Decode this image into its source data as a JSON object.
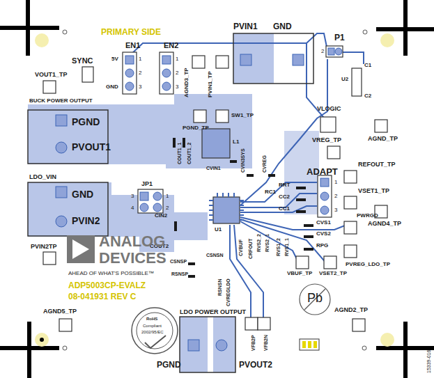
{
  "diagram": {
    "labels": [
      "PRIMARY SIDE",
      "PVIN1",
      "GND",
      "P1",
      "2",
      "EN1",
      "EN2",
      "SYNC",
      "5V",
      "1",
      "2",
      "GND",
      "3",
      "1",
      "2",
      "3",
      "VOUT1_TP",
      "BUCK POWER OUTPUT",
      "AGND3_TP",
      "PVIN1_TP",
      "C1",
      "U2",
      "C2",
      "VLOGIC",
      "AGND_TP",
      "PGND",
      "PVOUT1",
      "PGND_TP",
      "SW1_TP",
      "L1",
      "COUT1_1",
      "COUT1_2",
      "VREG_TP",
      "REFOUT_TP",
      "ADAPT",
      "LDO_VIN",
      "GND",
      "PVIN2",
      "CVIN1",
      "CVIN3SYS",
      "CVREG",
      "RRT",
      "CC2",
      "CC1",
      "1",
      "2",
      "3",
      "VSET1_TP",
      "JP1",
      "3",
      "1",
      "4",
      "2",
      "RC1",
      "AGND4_TP",
      "PWRGD",
      "CIN2",
      "U1",
      "CRFOUT",
      "RVS2_2",
      "RVS2_1",
      "RVS1_2",
      "RVS1_1",
      "CVS1",
      "CVS2",
      "RPG",
      "PVREG_LDO_TP",
      "COUT2",
      "PVIN2TP",
      "ANALOG",
      "DEVICES",
      "AHEAD OF WHAT'S POSSIBLE™",
      "ADP5003CP-EVALZ",
      "08-041931 REV C",
      "CSNSN",
      "CVBUF",
      "CSNSP",
      "RSNSP",
      "RSNSN",
      "CVREGLDO",
      "VBUF_TP",
      "VSET2_TP",
      "Pb",
      "RoHS",
      "Compliant",
      "2002/95/EC",
      "AGND5_TP",
      "LDO POWER OUTPUT",
      "PGND",
      "PVOUT2",
      "VFB2P",
      "VFB2N",
      "AGND2_TP",
      "15339-016"
    ]
  }
}
